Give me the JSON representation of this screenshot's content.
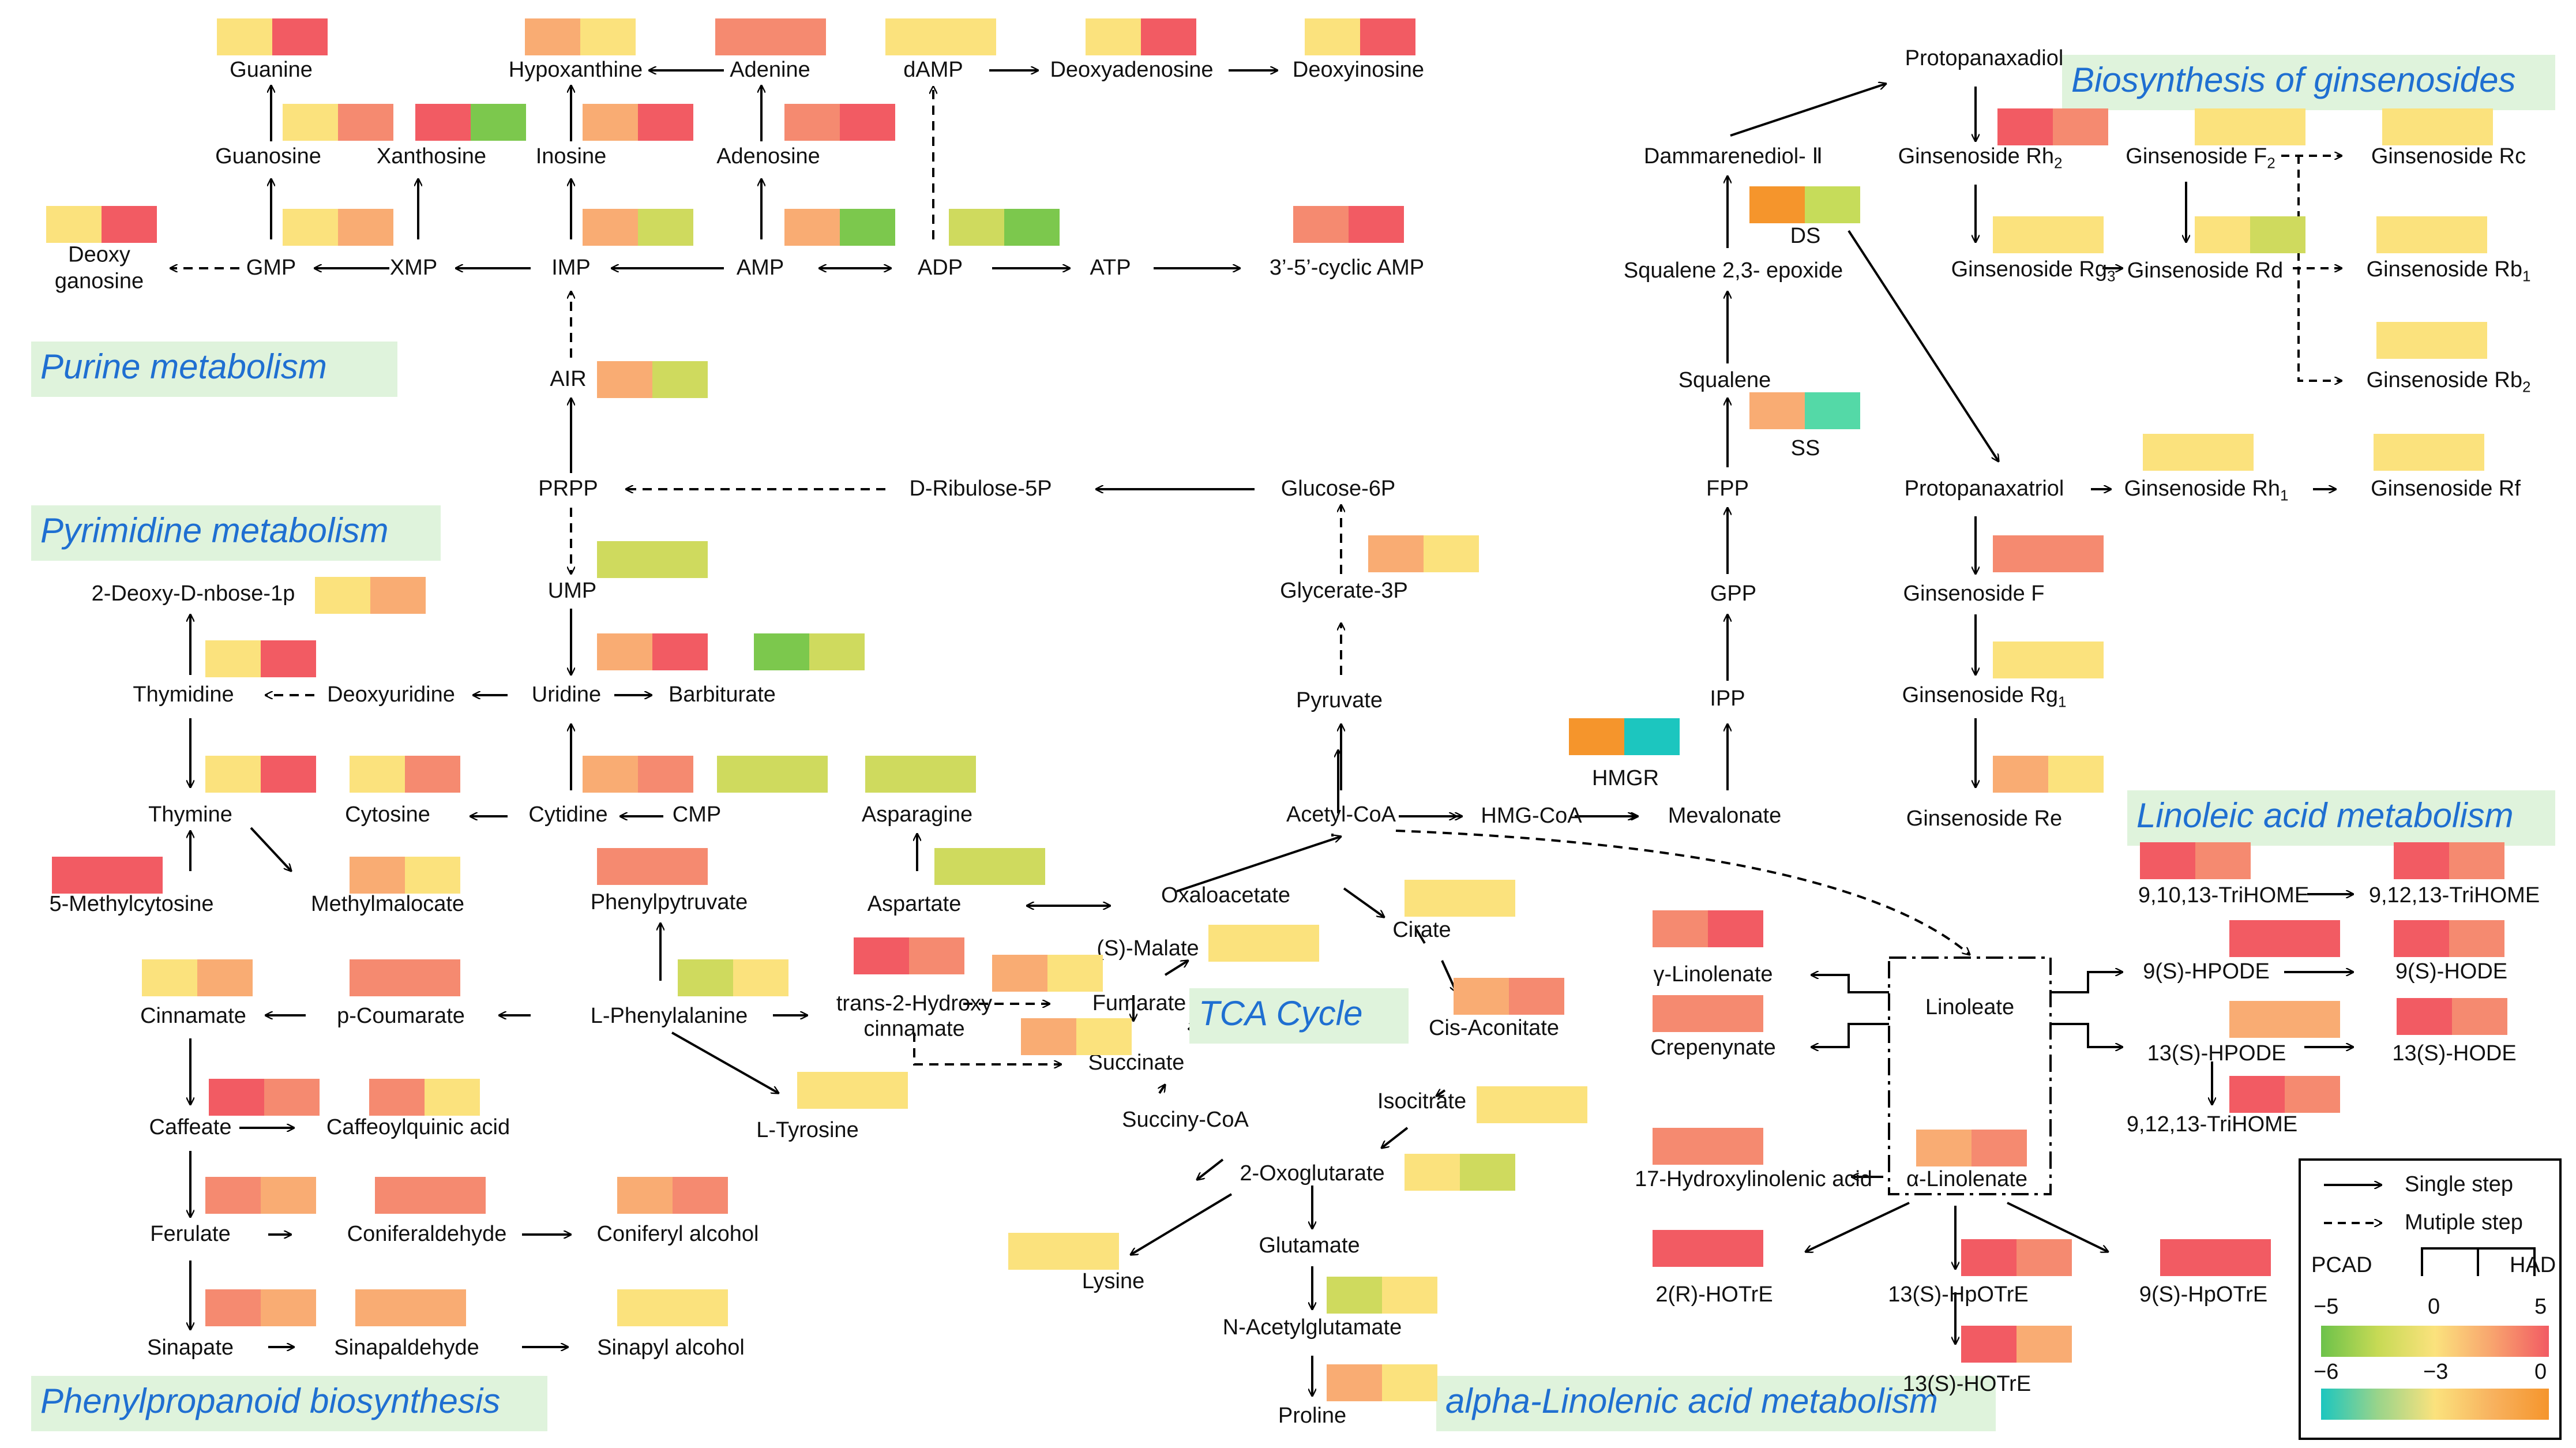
{
  "colors": {
    "red": "#f25b63",
    "salmon": "#f58a70",
    "orange": "#f9ac73",
    "yellow": "#fbe27d",
    "olive": "#cfda5e",
    "green": "#7cc84d",
    "lime": "#c6dc5a",
    "teal": "#54d9a7",
    "cyan": "#1cc6bf",
    "deeporange": "#f5952c"
  },
  "sections": {
    "purine": "Purine metabolism",
    "pyrimidine": "Pyrimidine metabolism",
    "phenylpropanoid": "Phenylpropanoid biosynthesis",
    "tca": "TCA Cycle",
    "ginsenosides": "Biosynthesis of ginsenosides",
    "linoleic": "Linoleic acid metabolism",
    "alpha_linolenic": "alpha-Linolenic acid metabolism"
  },
  "nodes": {
    "guanine": "Guanine",
    "hypoxanthine": "Hypoxanthine",
    "adenine": "Adenine",
    "damp": "dAMP",
    "deoxyadenosine": "Deoxyadenosine",
    "deoxyinosine": "Deoxyinosine",
    "guanosine": "Guanosine",
    "xanthosine": "Xanthosine",
    "inosine": "Inosine",
    "adenosine": "Adenosine",
    "deoxyguanosine": "Deoxy\nganosine",
    "gmp": "GMP",
    "xmp": "XMP",
    "imp": "IMP",
    "amp": "AMP",
    "adp": "ADP",
    "atp": "ATP",
    "cyclic_amp": "3’-5’-cyclic AMP",
    "air": "AIR",
    "prpp": "PRPP",
    "ribulose": "D-Ribulose-5P",
    "glucose6p": "Glucose-6P",
    "ump": "UMP",
    "glycerate": "Glycerate-3P",
    "deoxyribose": "2-Deoxy-D-nbose-1p",
    "thymidine": "Thymidine",
    "deoxyuridine": "Deoxyuridine",
    "uridine": "Uridine",
    "barbiturate": "Barbiturate",
    "pyruvate": "Pyruvate",
    "thymine": "Thymine",
    "cytosine": "Cytosine",
    "cytidine": "Cytidine",
    "cmp": "CMP",
    "asparagine": "Asparagine",
    "acetylcoa": "Acetyl-CoA",
    "hmgcoa": "HMG-CoA",
    "mevalonate": "Mevalonate",
    "methylcytosine": "5-Methylcytosine",
    "methylmalocate": "Methylmalocate",
    "phenylpyruvate": "Phenylpytruvate",
    "aspartate": "Aspartate",
    "oxaloacetate": "Oxaloacetate",
    "cirate": "Cirate",
    "malate": "(S)-Malate",
    "cinnamate": "Cinnamate",
    "coumarate": "p-Coumarate",
    "phenylalanine": "L-Phenylalanine",
    "hydroxycinnamate": "trans-2-Hydroxy\ncinnamate",
    "fumarate": "Fumarate",
    "cisaconitate": "Cis-Aconitate",
    "succinate": "Succinate",
    "isocitrate": "Isocitrate",
    "tyrosine": "L-Tyrosine",
    "succinylcoa": "Succiny-CoA",
    "caffeate": "Caffeate",
    "caffeoylquinic": "Caffeoylquinic acid",
    "oxoglutarate": "2-Oxoglutarate",
    "ferulate": "Ferulate",
    "coniferaldehyde": "Coniferaldehyde",
    "coniferylalcohol": "Coniferyl alcohol",
    "glutamate": "Glutamate",
    "lysine": "Lysine",
    "acetylglutamate": "N-Acetylglutamate",
    "sinapate": "Sinapate",
    "sinapaldehyde": "Sinapaldehyde",
    "sinapylalcohol": "Sinapyl alcohol",
    "proline": "Proline",
    "protopanaxadiol": "Protopanaxadiol",
    "dammarenediol": "Dammarenediol- Ⅱ",
    "rh2": "Ginsenoside Rh",
    "f2": "Ginsenoside F",
    "rc": "Ginsenoside Rc",
    "ds": "DS",
    "epoxide": "Squalene 2,3- epoxide",
    "rg3": "Ginsenoside Rg",
    "rd": "Ginsenoside Rd",
    "rb1": "Ginsenoside Rb",
    "squalene": "Squalene",
    "rb2": "Ginsenoside Rb",
    "ss": "SS",
    "fpp": "FPP",
    "protopanaxatriol": "Protopanaxatriol",
    "rh1": "Ginsenoside Rh",
    "rf": "Ginsenoside Rf",
    "gpp": "GPP",
    "ginf": "Ginsenoside F",
    "ipp": "IPP",
    "rg1": "Ginsenoside Rg",
    "hmgr": "HMGR",
    "re": "Ginsenoside Re",
    "trihome1": "9,10,13-TriHOME",
    "trihome2": "9,12,13-TriHOME",
    "gamma_linolenate": "γ-Linolenate",
    "linoleate": "Linoleate",
    "hpode9": "9(S)-HPODE",
    "hode9": "9(S)-HODE",
    "crepenynate": "Crepenynate",
    "hpode13": "13(S)-HPODE",
    "hode13": "13(S)-HODE",
    "trihome3": "9,12,13-TriHOME",
    "hydroxylinolenic": "17-Hydroxylinolenic acid",
    "alpha_linolenate": "α-Linolenate",
    "hotre2r": "2(R)-HOTrE",
    "hpotre13": "13(S)-HpOTrE",
    "hpotre9": "9(S)-HpOTrE",
    "hotre13": "13(S)-HOTrE"
  },
  "subs": {
    "rh2": "2",
    "f2": "2",
    "rg3": "3",
    "rb1": "1",
    "rb2": "2",
    "rh1": "1",
    "rg1": "1"
  },
  "legend": {
    "single_step": "Single   step",
    "multiple_step": "Mutiple step",
    "pcad": "PCAD",
    "had": "HAD",
    "tick_m5": "−5",
    "tick_0a": "0",
    "tick_5": "5",
    "tick_m6": "−6",
    "tick_m3": "−3",
    "tick_0b": "0",
    "grad1": [
      "#6cc24a",
      "#c7da55",
      "#fbe27d",
      "#f8a46e",
      "#f25b63"
    ],
    "grad2": [
      "#1cc6bf",
      "#9ad48a",
      "#fbe27d",
      "#f8b25f",
      "#f5952c"
    ]
  },
  "heatmaps": [
    {
      "id": "hm-guanine",
      "c": [
        "yellow",
        "red"
      ]
    },
    {
      "id": "hm-hypoxanthine",
      "c": [
        "orange",
        "yellow"
      ]
    },
    {
      "id": "hm-adenine",
      "c": [
        "salmon",
        "salmon"
      ]
    },
    {
      "id": "hm-damp",
      "c": [
        "yellow",
        "yellow"
      ]
    },
    {
      "id": "hm-deoxyadenosine",
      "c": [
        "yellow",
        "red"
      ]
    },
    {
      "id": "hm-deoxyinosine",
      "c": [
        "yellow",
        "red"
      ]
    },
    {
      "id": "hm-guanosine",
      "c": [
        "yellow",
        "salmon"
      ]
    },
    {
      "id": "hm-xanthosine",
      "c": [
        "red",
        "green"
      ]
    },
    {
      "id": "hm-inosine",
      "c": [
        "orange",
        "red"
      ]
    },
    {
      "id": "hm-adenosine",
      "c": [
        "salmon",
        "red"
      ]
    },
    {
      "id": "hm-deoxyguanosine",
      "c": [
        "yellow",
        "red"
      ]
    },
    {
      "id": "hm-xmp",
      "c": [
        "yellow",
        "orange"
      ]
    },
    {
      "id": "hm-imp",
      "c": [
        "orange",
        "olive"
      ]
    },
    {
      "id": "hm-amp",
      "c": [
        "orange",
        "green"
      ]
    },
    {
      "id": "hm-adp",
      "c": [
        "olive",
        "green"
      ]
    },
    {
      "id": "hm-cyclicamp",
      "c": [
        "salmon",
        "red"
      ]
    },
    {
      "id": "hm-air",
      "c": [
        "orange",
        "olive"
      ]
    },
    {
      "id": "hm-ump",
      "c": [
        "olive",
        "olive"
      ]
    },
    {
      "id": "hm-glycerate",
      "c": [
        "orange",
        "yellow"
      ]
    },
    {
      "id": "hm-deoxyribose",
      "c": [
        "yellow",
        "orange"
      ]
    },
    {
      "id": "hm-thymidine",
      "c": [
        "yellow",
        "red"
      ]
    },
    {
      "id": "hm-uridine",
      "c": [
        "orange",
        "red"
      ]
    },
    {
      "id": "hm-barbiturate",
      "c": [
        "green",
        "olive"
      ]
    },
    {
      "id": "hm-thymine",
      "c": [
        "yellow",
        "red"
      ]
    },
    {
      "id": "hm-cytosine",
      "c": [
        "yellow",
        "salmon"
      ]
    },
    {
      "id": "hm-cytidine",
      "c": [
        "orange",
        "salmon"
      ]
    },
    {
      "id": "hm-cmp",
      "c": [
        "olive",
        "olive"
      ]
    },
    {
      "id": "hm-asparagine",
      "c": [
        "olive",
        "olive"
      ]
    },
    {
      "id": "hm-methylcytosine",
      "c": [
        "red",
        "red"
      ]
    },
    {
      "id": "hm-methylmalocate",
      "c": [
        "orange",
        "yellow"
      ]
    },
    {
      "id": "hm-phenylpyruvate",
      "c": [
        "salmon",
        "salmon"
      ]
    },
    {
      "id": "hm-aspartate",
      "c": [
        "olive",
        "olive"
      ]
    },
    {
      "id": "hm-cirate",
      "c": [
        "yellow",
        "yellow"
      ]
    },
    {
      "id": "hm-malate",
      "c": [
        "yellow",
        "yellow"
      ]
    },
    {
      "id": "hm-cinnamate",
      "c": [
        "yellow",
        "orange"
      ]
    },
    {
      "id": "hm-coumarate",
      "c": [
        "salmon",
        "salmon"
      ]
    },
    {
      "id": "hm-phenylalanine",
      "c": [
        "olive",
        "yellow"
      ]
    },
    {
      "id": "hm-hydroxycinnamate",
      "c": [
        "red",
        "salmon"
      ]
    },
    {
      "id": "hm-fumarate",
      "c": [
        "orange",
        "yellow"
      ]
    },
    {
      "id": "hm-cisaconitate",
      "c": [
        "orange",
        "salmon"
      ]
    },
    {
      "id": "hm-succinate",
      "c": [
        "orange",
        "yellow"
      ]
    },
    {
      "id": "hm-isocitrate",
      "c": [
        "yellow",
        "yellow"
      ]
    },
    {
      "id": "hm-tyrosine",
      "c": [
        "yellow",
        "yellow"
      ]
    },
    {
      "id": "hm-caffeate",
      "c": [
        "red",
        "salmon"
      ]
    },
    {
      "id": "hm-caffeoylquinic",
      "c": [
        "salmon",
        "yellow"
      ]
    },
    {
      "id": "hm-oxoglutarate",
      "c": [
        "yellow",
        "olive"
      ]
    },
    {
      "id": "hm-ferulate",
      "c": [
        "salmon",
        "orange"
      ]
    },
    {
      "id": "hm-coniferaldehyde",
      "c": [
        "salmon",
        "salmon"
      ]
    },
    {
      "id": "hm-coniferylalcohol",
      "c": [
        "orange",
        "salmon"
      ]
    },
    {
      "id": "hm-lysine",
      "c": [
        "yellow",
        "yellow"
      ]
    },
    {
      "id": "hm-acetylglutamate",
      "c": [
        "olive",
        "yellow"
      ]
    },
    {
      "id": "hm-sinapate",
      "c": [
        "salmon",
        "orange"
      ]
    },
    {
      "id": "hm-sinapaldehyde",
      "c": [
        "orange",
        "orange"
      ]
    },
    {
      "id": "hm-sinapylalcohol",
      "c": [
        "yellow",
        "yellow"
      ]
    },
    {
      "id": "hm-proline",
      "c": [
        "orange",
        "yellow"
      ]
    },
    {
      "id": "hm-rh2",
      "c": [
        "red",
        "salmon"
      ]
    },
    {
      "id": "hm-f2",
      "c": [
        "yellow",
        "yellow"
      ]
    },
    {
      "id": "hm-rc",
      "c": [
        "yellow",
        "yellow"
      ]
    },
    {
      "id": "hm-ds",
      "c": [
        "deeporange",
        "lime"
      ]
    },
    {
      "id": "hm-rg3",
      "c": [
        "yellow",
        "yellow"
      ]
    },
    {
      "id": "hm-rd",
      "c": [
        "yellow",
        "olive"
      ]
    },
    {
      "id": "hm-rb1",
      "c": [
        "yellow",
        "yellow"
      ]
    },
    {
      "id": "hm-rb2",
      "c": [
        "yellow",
        "yellow"
      ]
    },
    {
      "id": "hm-ss",
      "c": [
        "orange",
        "teal"
      ]
    },
    {
      "id": "hm-rh1",
      "c": [
        "yellow",
        "yellow"
      ]
    },
    {
      "id": "hm-rf",
      "c": [
        "yellow",
        "yellow"
      ]
    },
    {
      "id": "hm-ginf",
      "c": [
        "salmon",
        "salmon"
      ]
    },
    {
      "id": "hm-rg1",
      "c": [
        "yellow",
        "yellow"
      ]
    },
    {
      "id": "hm-hmgr",
      "c": [
        "deeporange",
        "cyan"
      ]
    },
    {
      "id": "hm-re",
      "c": [
        "orange",
        "yellow"
      ]
    },
    {
      "id": "hm-trihome1",
      "c": [
        "red",
        "salmon"
      ]
    },
    {
      "id": "hm-trihome2",
      "c": [
        "red",
        "salmon"
      ]
    },
    {
      "id": "hm-gamma",
      "c": [
        "salmon",
        "red"
      ]
    },
    {
      "id": "hm-hpode9",
      "c": [
        "red",
        "red"
      ]
    },
    {
      "id": "hm-hode9",
      "c": [
        "red",
        "salmon"
      ]
    },
    {
      "id": "hm-crepenynate",
      "c": [
        "salmon",
        "salmon"
      ]
    },
    {
      "id": "hm-hpode13",
      "c": [
        "orange",
        "orange"
      ]
    },
    {
      "id": "hm-hode13",
      "c": [
        "red",
        "salmon"
      ]
    },
    {
      "id": "hm-trihome3",
      "c": [
        "red",
        "salmon"
      ]
    },
    {
      "id": "hm-hydroxylinolenic",
      "c": [
        "salmon",
        "salmon"
      ]
    },
    {
      "id": "hm-alphalinolenate",
      "c": [
        "orange",
        "salmon"
      ]
    },
    {
      "id": "hm-hotre2r",
      "c": [
        "red",
        "red"
      ]
    },
    {
      "id": "hm-hpotre13",
      "c": [
        "red",
        "salmon"
      ]
    },
    {
      "id": "hm-hpotre9",
      "c": [
        "red",
        "red"
      ]
    },
    {
      "id": "hm-hotre13",
      "c": [
        "red",
        "orange"
      ]
    }
  ]
}
